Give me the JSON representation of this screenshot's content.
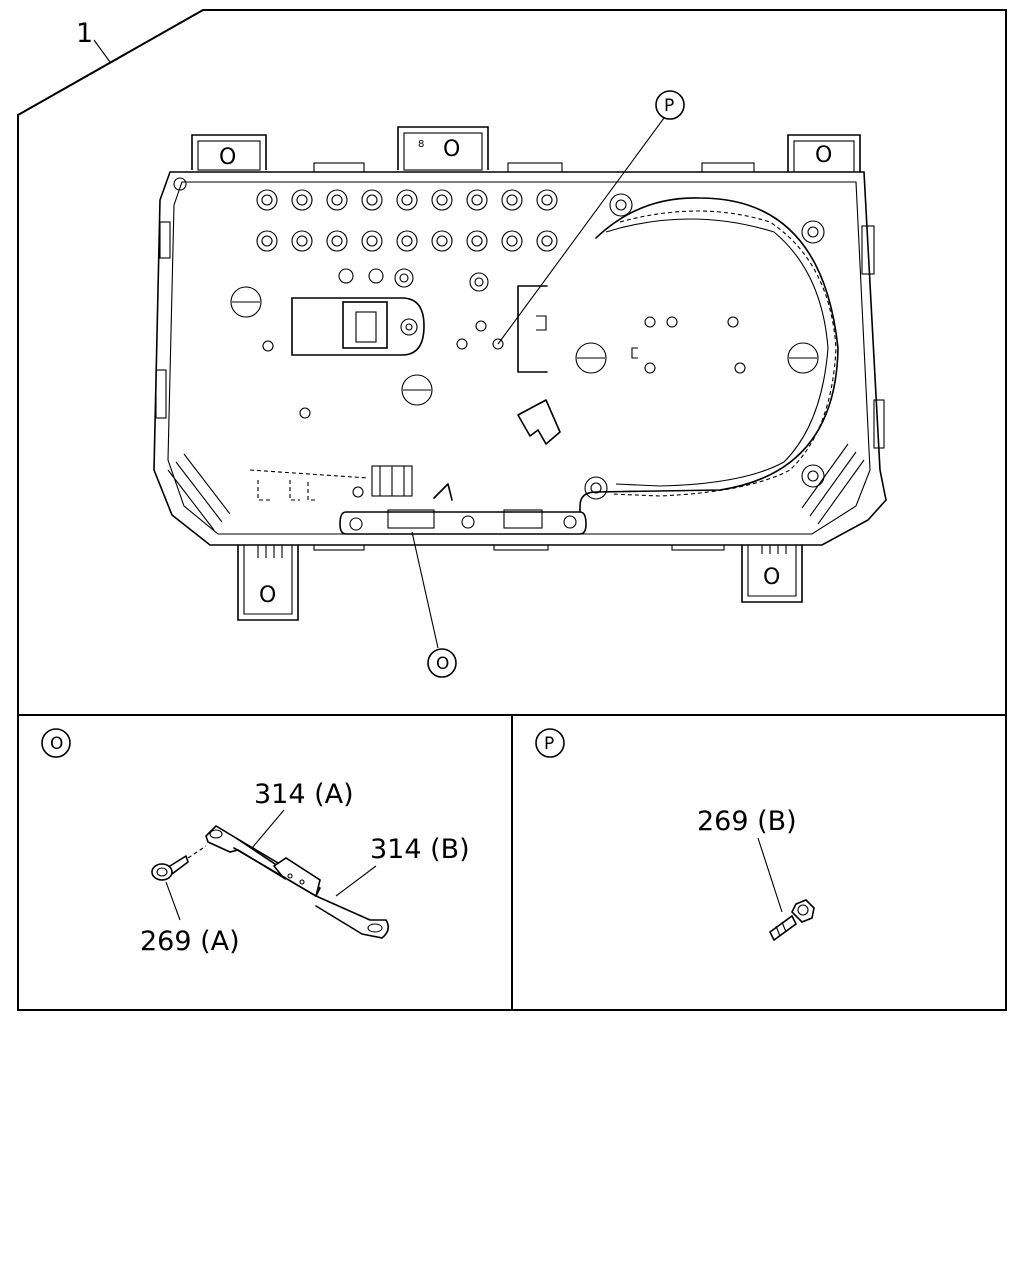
{
  "main_view": {
    "assembly_label": "1",
    "callouts": [
      {
        "id": "callout-p",
        "letter": "P"
      },
      {
        "id": "callout-o",
        "letter": "O"
      }
    ],
    "bracket_marks": {
      "letter": "O",
      "small_digit": "8"
    }
  },
  "detail_o": {
    "header_letter": "O",
    "labels": {
      "bracket_a": "314 (A)",
      "bracket_b": "314 (B)",
      "screw_a": "269 (A)"
    }
  },
  "detail_p": {
    "header_letter": "P",
    "labels": {
      "screw_b": "269 (B)"
    }
  }
}
